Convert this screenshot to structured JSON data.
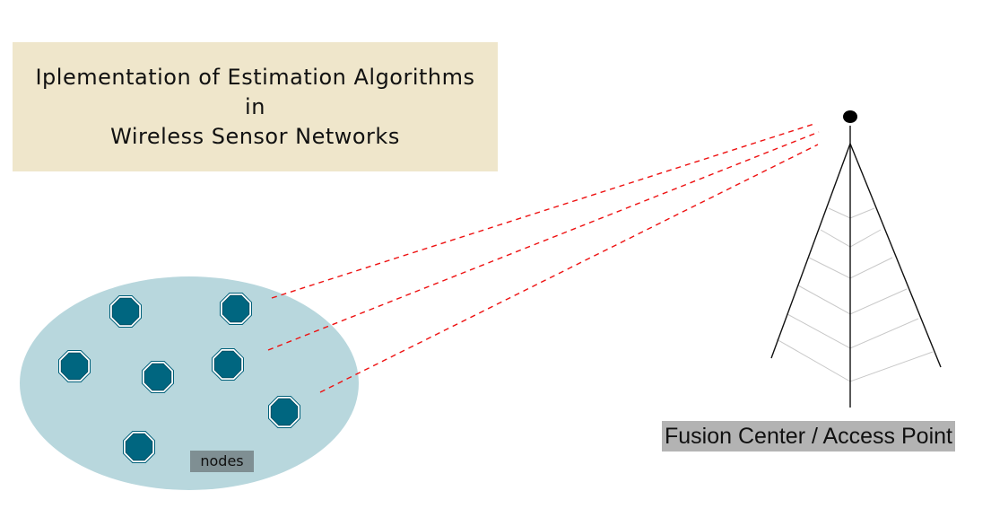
{
  "title": {
    "line1": "Iplementation of Estimation Algorithms",
    "line2": "in",
    "line3": "Wireless Sensor Networks"
  },
  "network": {
    "nodes_label": "nodes",
    "node_count": 7
  },
  "tower": {
    "label": "Fusion Center / Access Point"
  },
  "colors": {
    "title_background": "#efe6cb",
    "network_area": "#b8d7dd",
    "node_fill": "#006680",
    "link_lines": "#ee1111",
    "fusion_label_background": "#b3b3b3",
    "nodes_label_background": "#7f8f93"
  }
}
